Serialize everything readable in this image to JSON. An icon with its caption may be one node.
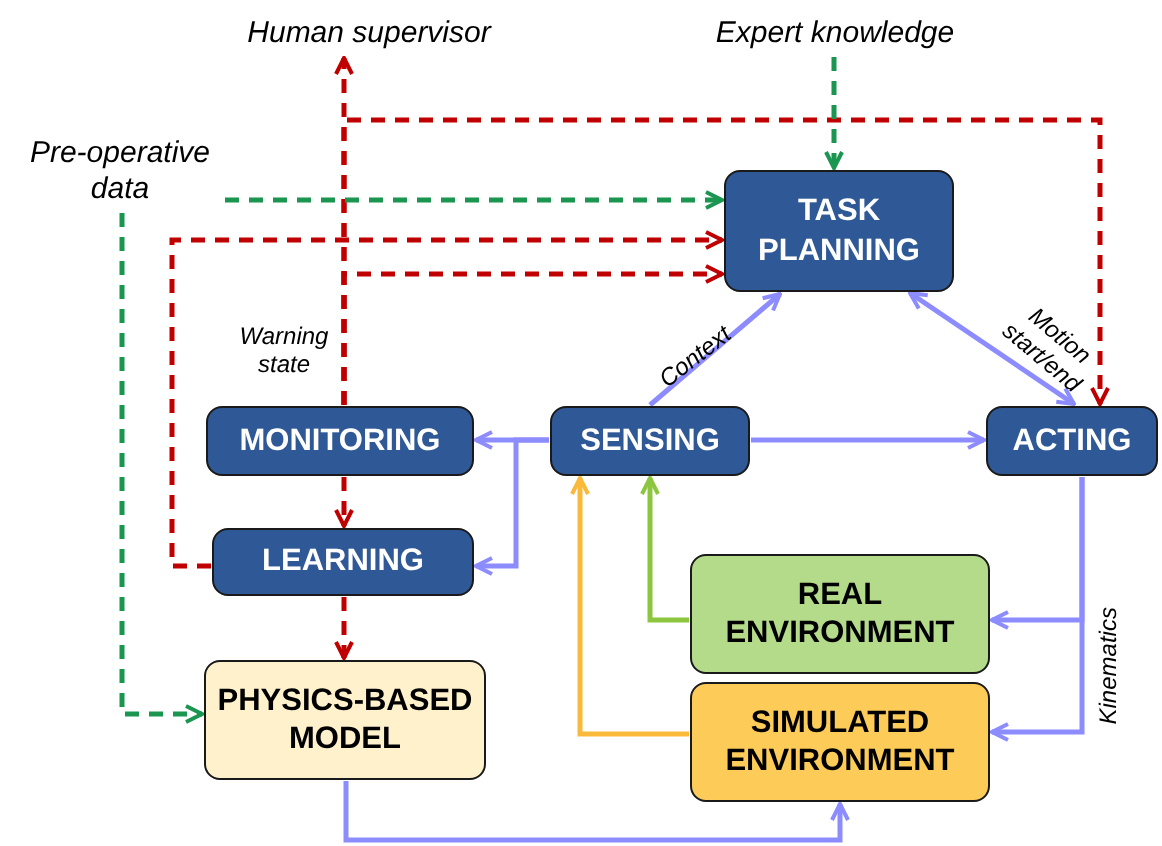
{
  "diagram": {
    "nodes": [
      {
        "text": [
          "Human supervisor"
        ]
      },
      {
        "text": [
          "Expert knowledge"
        ]
      },
      {
        "text": [
          "Pre-operative data"
        ]
      },
      {
        "text": [
          "TASK PLANNING"
        ]
      },
      {
        "text": [
          "SENSING"
        ]
      },
      {
        "text": [
          "ACTING"
        ]
      },
      {
        "text": [
          "MONITORING"
        ]
      },
      {
        "text": [
          "LEARNING"
        ]
      },
      {
        "text": [
          "REAL ENVIRONMENT"
        ]
      },
      {
        "text": [
          "SIMULATED ENVIRONMENT"
        ]
      },
      {
        "text": [
          "PHYSICS-BASED MODEL"
        ]
      }
    ],
    "edges": [
      {
        "from": 6,
        "to": 0,
        "arrow": "to",
        "label": "Warning state",
        "style": "dashed",
        "color": "#c00000"
      },
      {
        "from": 6,
        "to": 3,
        "arrow": "to",
        "style": "dashed",
        "color": "#c00000"
      },
      {
        "from": 6,
        "to": 5,
        "arrow": "to",
        "style": "dashed",
        "color": "#c00000"
      },
      {
        "from": 7,
        "to": 3,
        "arrow": "to",
        "style": "dashed",
        "color": "#c00000"
      },
      {
        "from": 6,
        "to": 7,
        "arrow": "to",
        "style": "dashed",
        "color": "#c00000"
      },
      {
        "from": 7,
        "to": 10,
        "arrow": "to",
        "style": "dashed",
        "color": "#c00000"
      },
      {
        "from": 2,
        "to": 3,
        "arrow": "to",
        "style": "dashed",
        "color": "#1a9650"
      },
      {
        "from": 2,
        "to": 10,
        "arrow": "to",
        "style": "dashed",
        "color": "#1a9650"
      },
      {
        "from": 1,
        "to": 3,
        "arrow": "to",
        "style": "dashed",
        "color": "#1a9650"
      },
      {
        "from": 4,
        "to": 3,
        "arrow": "to",
        "label": "Context"
      },
      {
        "from": 3,
        "to": 5,
        "arrow": "both",
        "label": "Motion start/end"
      },
      {
        "from": 4,
        "to": 5,
        "arrow": "to"
      },
      {
        "from": 4,
        "to": 6,
        "arrow": "to"
      },
      {
        "from": 4,
        "to": 7,
        "arrow": "to"
      },
      {
        "from": 5,
        "to": 8,
        "arrow": "to",
        "label": "Kinematics"
      },
      {
        "from": 5,
        "to": 9,
        "arrow": "to"
      },
      {
        "from": 8,
        "to": 4,
        "arrow": "to",
        "color": "#8cc63f"
      },
      {
        "from": 9,
        "to": 4,
        "arrow": "to",
        "color": "#fbb93a"
      },
      {
        "from": 10,
        "to": 9,
        "arrow": "to"
      }
    ]
  }
}
